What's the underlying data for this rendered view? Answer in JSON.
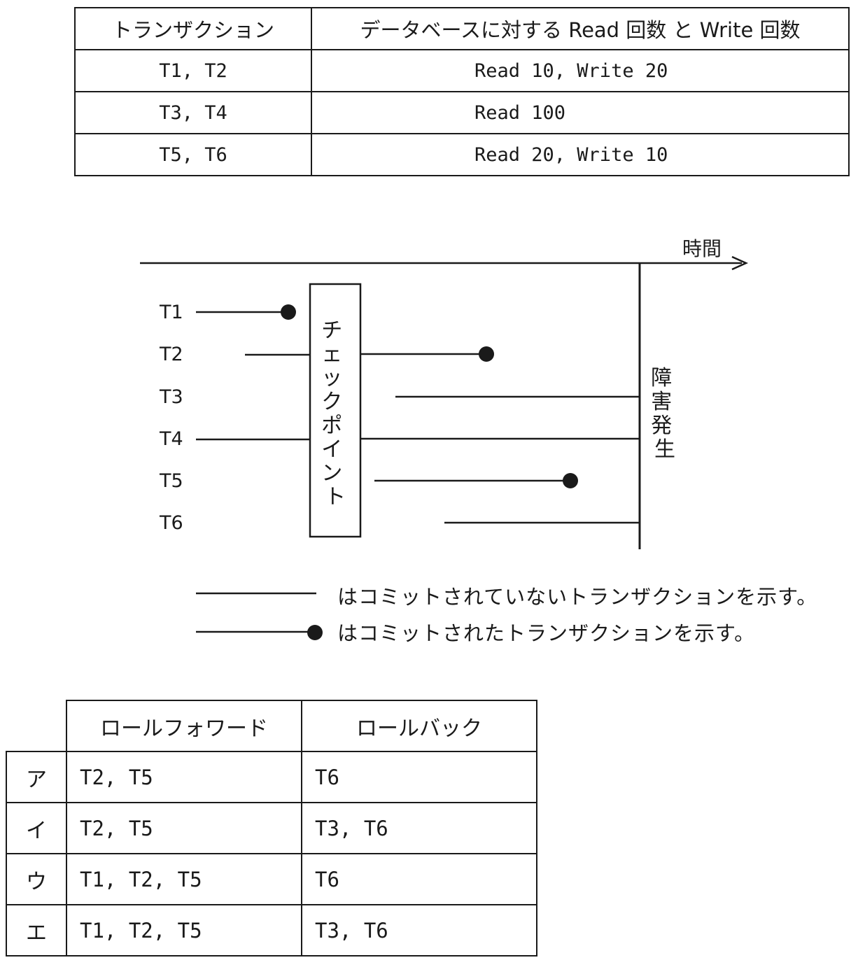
{
  "transaction_table": {
    "header": [
      "トランザクション",
      "データベースに対する Read 回数 と Write 回数"
    ],
    "rows": [
      [
        "T1, T2",
        "Read 10, Write 20"
      ],
      [
        "T3, T4",
        "Read 100"
      ],
      [
        "T5, T6",
        "Read 20, Write 10"
      ]
    ]
  },
  "diagram": {
    "time_label": "時間",
    "checkpoint_label": "チェックポイント",
    "failure_label": "障害発生",
    "transactions": [
      {
        "name": "T1",
        "committed": true
      },
      {
        "name": "T2",
        "committed": true
      },
      {
        "name": "T3",
        "committed": false
      },
      {
        "name": "T4",
        "committed": false
      },
      {
        "name": "T5",
        "committed": true
      },
      {
        "name": "T6",
        "committed": false
      }
    ]
  },
  "legend": {
    "uncommitted": "はコミットされていないトランザクションを示す。",
    "committed": "はコミットされたトランザクションを示す。"
  },
  "answer_table": {
    "header": [
      "ロールフォワード",
      "ロールバック"
    ],
    "rows": [
      {
        "label": "ア",
        "rollforward": "T2, T5",
        "rollback": "T6"
      },
      {
        "label": "イ",
        "rollforward": "T2, T5",
        "rollback": "T3, T6"
      },
      {
        "label": "ウ",
        "rollforward": "T1, T2, T5",
        "rollback": "T6"
      },
      {
        "label": "エ",
        "rollforward": "T1, T2, T5",
        "rollback": "T3, T6"
      }
    ]
  }
}
